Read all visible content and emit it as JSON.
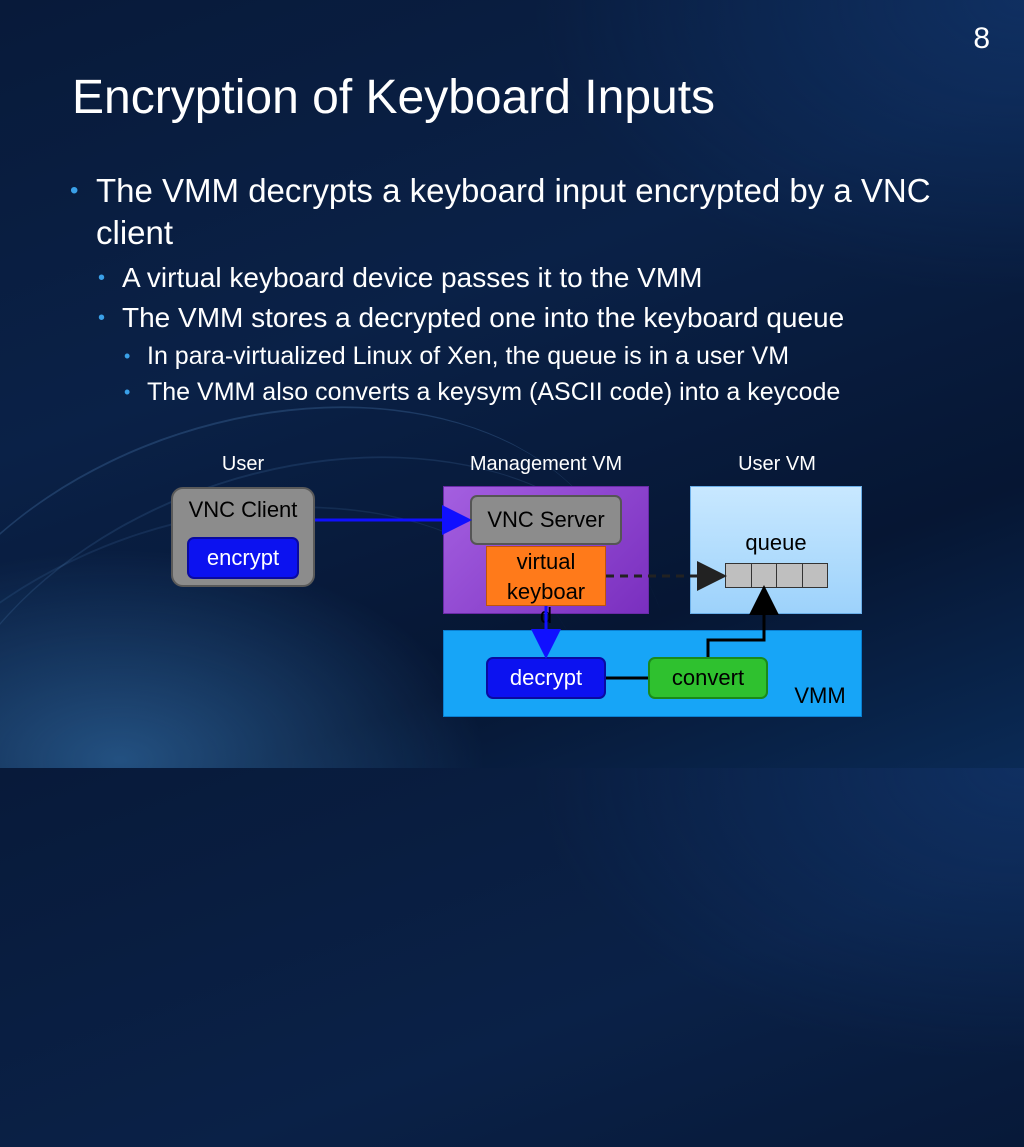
{
  "slide": {
    "number": "8",
    "title": "Encryption of Keyboard Inputs"
  },
  "bullets": [
    "The VMM decrypts a keyboard input encrypted by a VNC client",
    "A virtual keyboard device passes it to the VMM",
    "The VMM stores a decrypted one into the keyboard queue",
    "In para-virtualized Linux of Xen, the queue is in a user VM",
    "The VMM also converts a keysym (ASCII code) into a keycode"
  ],
  "diagram": {
    "labels": {
      "user": "User",
      "management_vm": "Management VM",
      "user_vm": "User VM",
      "vmm": "VMM"
    },
    "vnc_client": "VNC Client",
    "encrypt": "encrypt",
    "vnc_server": "VNC Server",
    "virtual_keyboard": [
      "virtual",
      "keyboar",
      "d"
    ],
    "queue": "queue",
    "decrypt": "decrypt",
    "convert": "convert"
  },
  "colors": {
    "accent_bullet": "#3aa0e8",
    "encrypt_decrypt": "#0c12f0",
    "convert": "#2fc12f",
    "virtual_keyboard": "#ff7a1a",
    "vmm": "#17a5f7",
    "management_vm": "#a45fe0",
    "user_vm": "#b5defd"
  }
}
